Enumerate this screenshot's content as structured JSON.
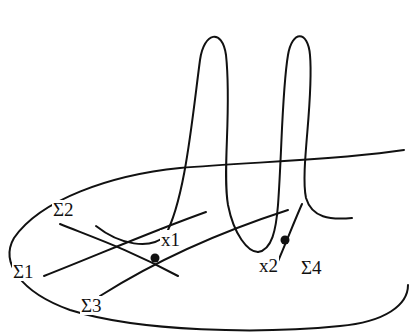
{
  "diagram": {
    "labels": [
      "Σ2",
      "Σ1",
      "x1",
      "Σ3",
      "x2",
      "Σ4"
    ]
  }
}
